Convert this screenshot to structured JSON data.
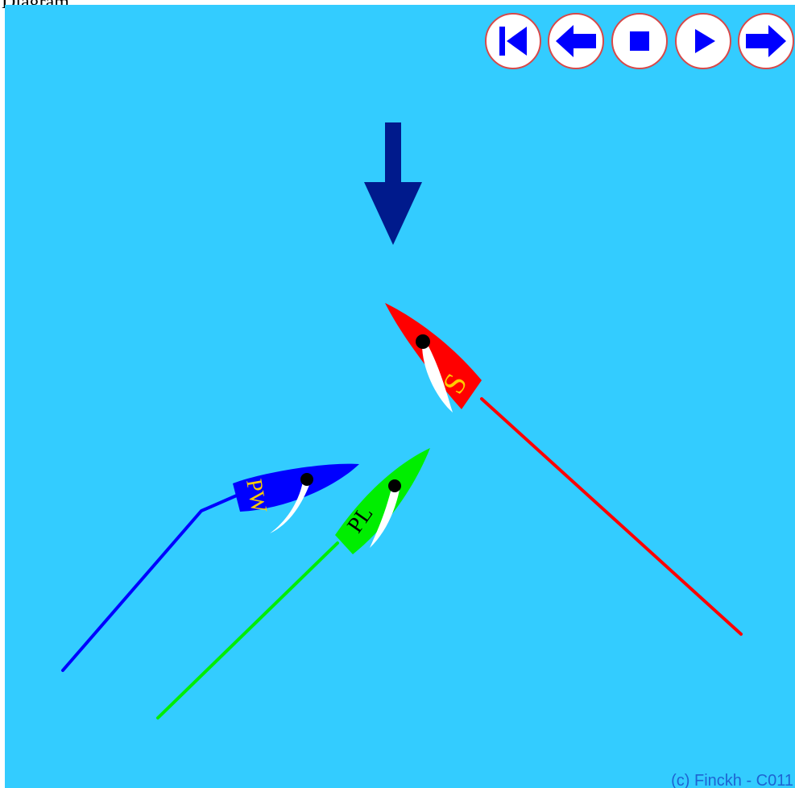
{
  "header_text": "Diagram",
  "controls": {
    "rewind": "rewind-to-start",
    "back": "step-back",
    "stop": "stop",
    "play": "play",
    "forward": "step-forward"
  },
  "boats": {
    "starboard": {
      "label": "S",
      "hull_color": "#ff0000",
      "label_color": "#ffcc00",
      "track_color": "#ff0000"
    },
    "windward": {
      "label": "PW",
      "hull_color": "#0000ff",
      "label_color": "#ffcc00",
      "track_color": "#0000ff"
    },
    "leeward": {
      "label": "PL",
      "hull_color": "#00ee00",
      "label_color": "#000000",
      "track_color": "#00ee00"
    }
  },
  "wind_color": "#001a8c",
  "copyright": "(c) Finckh - C011"
}
